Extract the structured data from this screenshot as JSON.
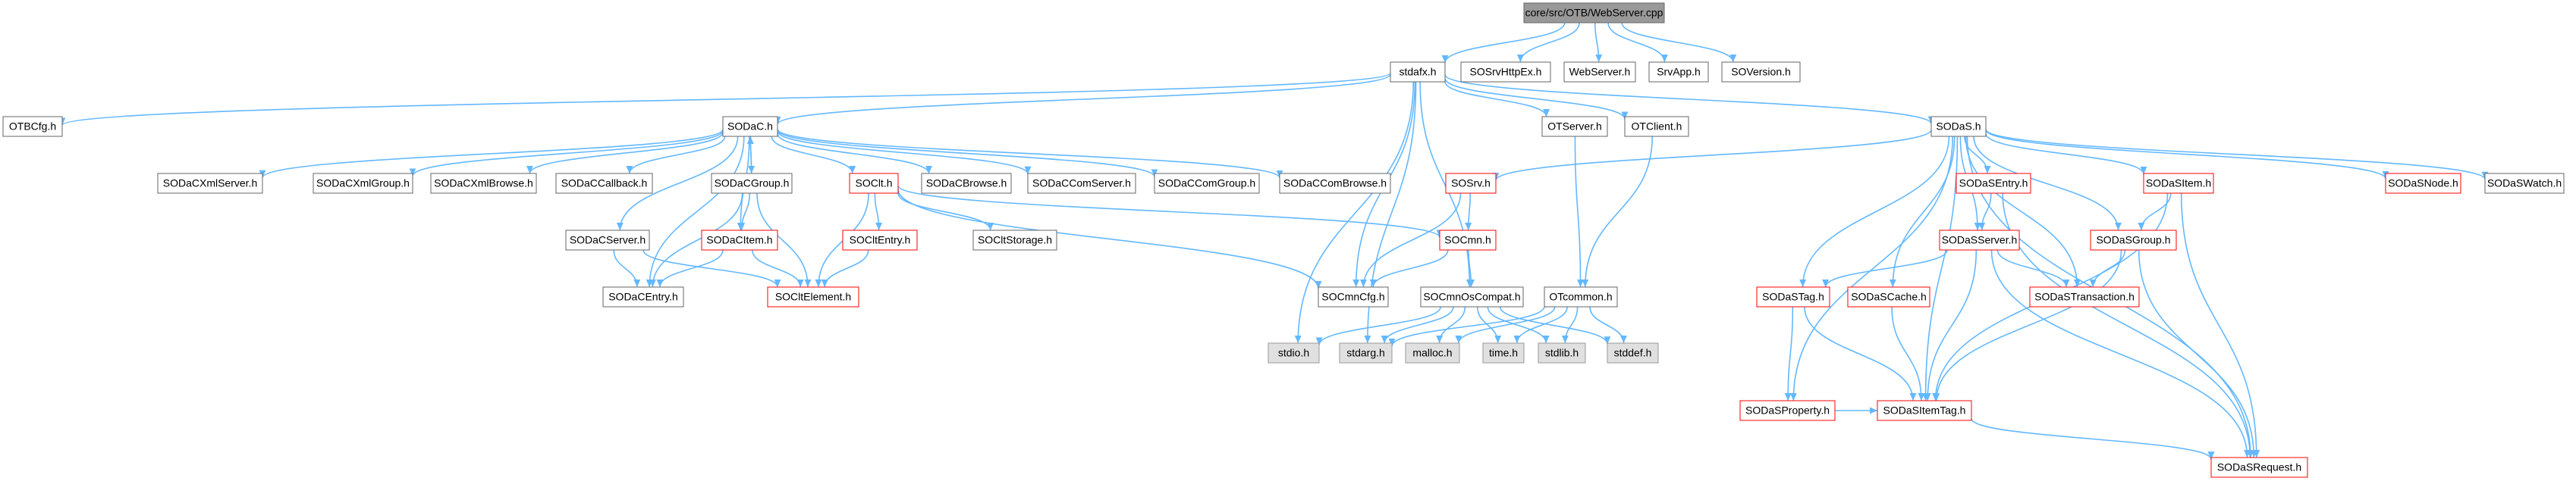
{
  "title": "core/src/OTB/WebServer.cpp",
  "colors": {
    "edge": "#63b8ff",
    "node_border": "#666666",
    "node_fill": "#ffffff",
    "root_fill": "#999999",
    "root_border": "#666666",
    "system_fill": "#e0e0e0",
    "system_border": "#999999",
    "truncated_border": "#ff0000"
  },
  "nodes": [
    {
      "id": "root",
      "label": "core/src/OTB/WebServer.cpp",
      "style": "root"
    },
    {
      "id": "stdafx",
      "label": "stdafx.h",
      "style": "normal"
    },
    {
      "id": "SOSrvHttpEx",
      "label": "SOSrvHttpEx.h",
      "style": "normal"
    },
    {
      "id": "WebServer",
      "label": "WebServer.h",
      "style": "normal"
    },
    {
      "id": "SrvApp",
      "label": "SrvApp.h",
      "style": "normal"
    },
    {
      "id": "SOVersion",
      "label": "SOVersion.h",
      "style": "normal"
    },
    {
      "id": "OTBCfg",
      "label": "OTBCfg.h",
      "style": "normal"
    },
    {
      "id": "SODaC",
      "label": "SODaC.h",
      "style": "normal"
    },
    {
      "id": "OTServer",
      "label": "OTServer.h",
      "style": "normal"
    },
    {
      "id": "OTClient",
      "label": "OTClient.h",
      "style": "normal"
    },
    {
      "id": "SODaS",
      "label": "SODaS.h",
      "style": "normal"
    },
    {
      "id": "SODaCXmlServer",
      "label": "SODaCXmlServer.h",
      "style": "normal"
    },
    {
      "id": "SODaCXmlGroup",
      "label": "SODaCXmlGroup.h",
      "style": "normal"
    },
    {
      "id": "SODaCXmlBrowse",
      "label": "SODaCXmlBrowse.h",
      "style": "normal"
    },
    {
      "id": "SODaCCallback",
      "label": "SODaCCallback.h",
      "style": "normal"
    },
    {
      "id": "SODaCGroup",
      "label": "SODaCGroup.h",
      "style": "normal"
    },
    {
      "id": "SOClt",
      "label": "SOClt.h",
      "style": "truncated"
    },
    {
      "id": "SODaCBrowse",
      "label": "SODaCBrowse.h",
      "style": "normal"
    },
    {
      "id": "SODaCComServer",
      "label": "SODaCComServer.h",
      "style": "normal"
    },
    {
      "id": "SODaCComGroup",
      "label": "SODaCComGroup.h",
      "style": "normal"
    },
    {
      "id": "SODaCComBrowse",
      "label": "SODaCComBrowse.h",
      "style": "normal"
    },
    {
      "id": "SOSrv",
      "label": "SOSrv.h",
      "style": "truncated"
    },
    {
      "id": "SODaSEntry",
      "label": "SODaSEntry.h",
      "style": "truncated"
    },
    {
      "id": "SODaSItem",
      "label": "SODaSItem.h",
      "style": "truncated"
    },
    {
      "id": "SODaSNode",
      "label": "SODaSNode.h",
      "style": "truncated"
    },
    {
      "id": "SODaSWatch",
      "label": "SODaSWatch.h",
      "style": "normal"
    },
    {
      "id": "SODaCServer",
      "label": "SODaCServer.h",
      "style": "normal"
    },
    {
      "id": "SODaCItem",
      "label": "SODaCItem.h",
      "style": "truncated"
    },
    {
      "id": "SOCltEntry",
      "label": "SOCltEntry.h",
      "style": "truncated"
    },
    {
      "id": "SOCltStorage",
      "label": "SOCltStorage.h",
      "style": "normal"
    },
    {
      "id": "SOCmn",
      "label": "SOCmn.h",
      "style": "truncated"
    },
    {
      "id": "SODaSServer",
      "label": "SODaSServer.h",
      "style": "truncated"
    },
    {
      "id": "SODaSGroup",
      "label": "SODaSGroup.h",
      "style": "truncated"
    },
    {
      "id": "SODaCEntry",
      "label": "SODaCEntry.h",
      "style": "normal"
    },
    {
      "id": "SOCltElement",
      "label": "SOCltElement.h",
      "style": "truncated"
    },
    {
      "id": "SOCmnCfg",
      "label": "SOCmnCfg.h",
      "style": "normal"
    },
    {
      "id": "SOCmnOsCompat",
      "label": "SOCmnOsCompat.h",
      "style": "normal"
    },
    {
      "id": "OTcommon",
      "label": "OTcommon.h",
      "style": "normal"
    },
    {
      "id": "SODaSTag",
      "label": "SODaSTag.h",
      "style": "truncated"
    },
    {
      "id": "SODaSCache",
      "label": "SODaSCache.h",
      "style": "truncated"
    },
    {
      "id": "SODaSTransaction",
      "label": "SODaSTransaction.h",
      "style": "truncated"
    },
    {
      "id": "stdio",
      "label": "stdio.h",
      "style": "system"
    },
    {
      "id": "stdarg",
      "label": "stdarg.h",
      "style": "system"
    },
    {
      "id": "malloc",
      "label": "malloc.h",
      "style": "system"
    },
    {
      "id": "time",
      "label": "time.h",
      "style": "system"
    },
    {
      "id": "stdlib",
      "label": "stdlib.h",
      "style": "system"
    },
    {
      "id": "stddef",
      "label": "stddef.h",
      "style": "system"
    },
    {
      "id": "SODaSProperty",
      "label": "SODaSProperty.h",
      "style": "truncated"
    },
    {
      "id": "SODaSItemTag",
      "label": "SODaSItemTag.h",
      "style": "truncated"
    },
    {
      "id": "SODaSRequest",
      "label": "SODaSRequest.h",
      "style": "truncated"
    }
  ],
  "edges": [
    [
      "root",
      "stdafx"
    ],
    [
      "root",
      "SOSrvHttpEx"
    ],
    [
      "root",
      "WebServer"
    ],
    [
      "root",
      "SrvApp"
    ],
    [
      "root",
      "SOVersion"
    ],
    [
      "stdafx",
      "OTBCfg"
    ],
    [
      "stdafx",
      "SODaC"
    ],
    [
      "stdafx",
      "OTServer"
    ],
    [
      "stdafx",
      "OTClient"
    ],
    [
      "stdafx",
      "SODaS"
    ],
    [
      "stdafx",
      "SOCmnCfg"
    ],
    [
      "stdafx",
      "SOCmnOsCompat"
    ],
    [
      "stdafx",
      "stdio"
    ],
    [
      "stdafx",
      "stdarg"
    ],
    [
      "SODaC",
      "SODaCXmlServer"
    ],
    [
      "SODaC",
      "SODaCXmlGroup"
    ],
    [
      "SODaC",
      "SODaCXmlBrowse"
    ],
    [
      "SODaC",
      "SODaCCallback"
    ],
    [
      "SODaC",
      "SODaCGroup"
    ],
    [
      "SODaC",
      "SOClt"
    ],
    [
      "SODaC",
      "SODaCBrowse"
    ],
    [
      "SODaC",
      "SODaCComServer"
    ],
    [
      "SODaC",
      "SODaCComGroup"
    ],
    [
      "SODaC",
      "SODaCComBrowse"
    ],
    [
      "SODaC",
      "SODaCServer"
    ],
    [
      "SODaC",
      "SODaCItem"
    ],
    [
      "SODaC",
      "SODaCEntry"
    ],
    [
      "SODaCGroup",
      "SODaC"
    ],
    [
      "SODaCGroup",
      "SODaCItem"
    ],
    [
      "SODaCGroup",
      "SODaCEntry"
    ],
    [
      "SODaCGroup",
      "SOCltElement"
    ],
    [
      "SOClt",
      "SOCltEntry"
    ],
    [
      "SOClt",
      "SOCltStorage"
    ],
    [
      "SOClt",
      "SOCltElement"
    ],
    [
      "SOClt",
      "SOCmn"
    ],
    [
      "SOClt",
      "SOCmnCfg"
    ],
    [
      "SODaCServer",
      "SODaCEntry"
    ],
    [
      "SODaCServer",
      "SOCltElement"
    ],
    [
      "SODaCItem",
      "SODaCEntry"
    ],
    [
      "SODaCItem",
      "SOCltElement"
    ],
    [
      "SOCltEntry",
      "SOCltElement"
    ],
    [
      "OTServer",
      "OTcommon"
    ],
    [
      "OTClient",
      "OTcommon"
    ],
    [
      "SOSrv",
      "SOCmn"
    ],
    [
      "SOSrv",
      "SOCmnCfg"
    ],
    [
      "SOCmn",
      "SOCmnCfg"
    ],
    [
      "SOCmn",
      "SOCmnOsCompat"
    ],
    [
      "SOCmnOsCompat",
      "stdio"
    ],
    [
      "SOCmnOsCompat",
      "stdarg"
    ],
    [
      "SOCmnOsCompat",
      "malloc"
    ],
    [
      "SOCmnOsCompat",
      "time"
    ],
    [
      "SOCmnOsCompat",
      "stdlib"
    ],
    [
      "SOCmnOsCompat",
      "stddef"
    ],
    [
      "OTcommon",
      "stdarg"
    ],
    [
      "OTcommon",
      "malloc"
    ],
    [
      "OTcommon",
      "time"
    ],
    [
      "OTcommon",
      "stdlib"
    ],
    [
      "OTcommon",
      "stddef"
    ],
    [
      "SODaS",
      "SOSrv"
    ],
    [
      "SODaS",
      "SODaSEntry"
    ],
    [
      "SODaS",
      "SODaSItem"
    ],
    [
      "SODaS",
      "SODaSNode"
    ],
    [
      "SODaS",
      "SODaSWatch"
    ],
    [
      "SODaS",
      "SODaSServer"
    ],
    [
      "SODaS",
      "SODaSGroup"
    ],
    [
      "SODaS",
      "SODaSTag"
    ],
    [
      "SODaS",
      "SODaSCache"
    ],
    [
      "SODaS",
      "SODaSTransaction"
    ],
    [
      "SODaS",
      "SODaSProperty"
    ],
    [
      "SODaS",
      "SODaSItemTag"
    ],
    [
      "SODaS",
      "SODaSRequest"
    ],
    [
      "SODaSEntry",
      "SODaSServer"
    ],
    [
      "SODaSEntry",
      "SODaSRequest"
    ],
    [
      "SODaSItem",
      "SODaSGroup"
    ],
    [
      "SODaSItem",
      "SODaSItemTag"
    ],
    [
      "SODaSItem",
      "SODaSRequest"
    ],
    [
      "SODaSServer",
      "SODaSTag"
    ],
    [
      "SODaSServer",
      "SODaSTransaction"
    ],
    [
      "SODaSServer",
      "SODaSItemTag"
    ],
    [
      "SODaSServer",
      "SODaSRequest"
    ],
    [
      "SODaSGroup",
      "SODaSTransaction"
    ],
    [
      "SODaSGroup",
      "SODaSItemTag"
    ],
    [
      "SODaSGroup",
      "SODaSRequest"
    ],
    [
      "SODaSTag",
      "SODaSProperty"
    ],
    [
      "SODaSTag",
      "SODaSItemTag"
    ],
    [
      "SODaSCache",
      "SODaSItemTag"
    ],
    [
      "SODaSProperty",
      "SODaSItemTag"
    ],
    [
      "SODaSItemTag",
      "SODaSRequest"
    ]
  ]
}
